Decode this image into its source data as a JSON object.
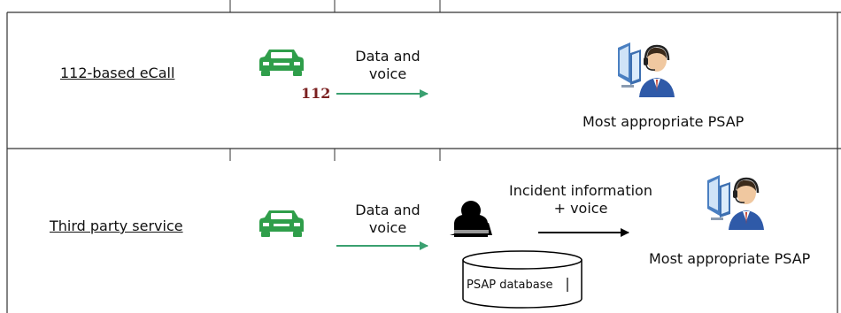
{
  "rows": [
    {
      "label": "112-based eCall",
      "code": "112",
      "transmission": [
        "Data and",
        "voice"
      ],
      "destination": "Most appropriate PSAP"
    },
    {
      "label": "Third party service",
      "transmission": [
        "Data and",
        "voice"
      ],
      "relay_message": [
        "Incident information",
        "+ voice"
      ],
      "database": "PSAP database",
      "destination": "Most appropriate PSAP"
    }
  ],
  "icons": {
    "vehicle": "car-icon",
    "operator": "call-center-operator-icon",
    "service_provider": "service-agent-icon",
    "database": "database-icon"
  },
  "colors": {
    "car": "#2f9e4a",
    "arrow_green": "#3aa070",
    "arrow_black": "#000000",
    "code_112": "#7a1f1f",
    "screens": "#4a7fc1",
    "border": "#333333"
  }
}
